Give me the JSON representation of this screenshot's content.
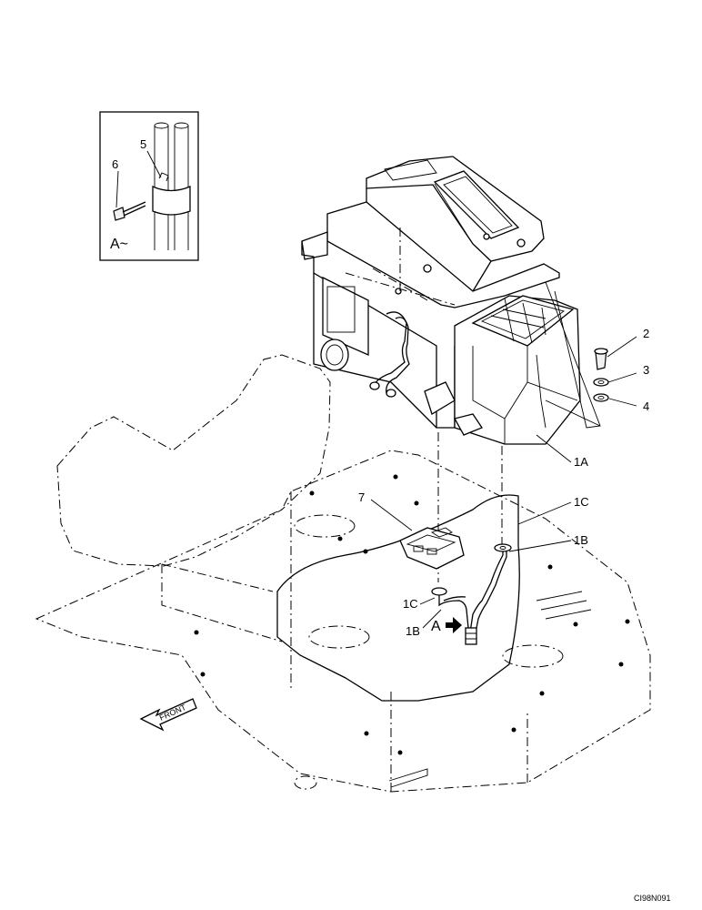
{
  "callouts": {
    "c1A": "1A",
    "c1B_right": "1B",
    "c1C_right": "1C",
    "c1C_left": "1C",
    "c1B_left": "1B",
    "c2": "2",
    "c3": "3",
    "c4": "4",
    "c5": "5",
    "c6": "6",
    "c7": "7"
  },
  "detail_view": {
    "label": "A~",
    "arrow_label": "A"
  },
  "front_arrow": "FRONT",
  "drawing_code": "CI98N091"
}
